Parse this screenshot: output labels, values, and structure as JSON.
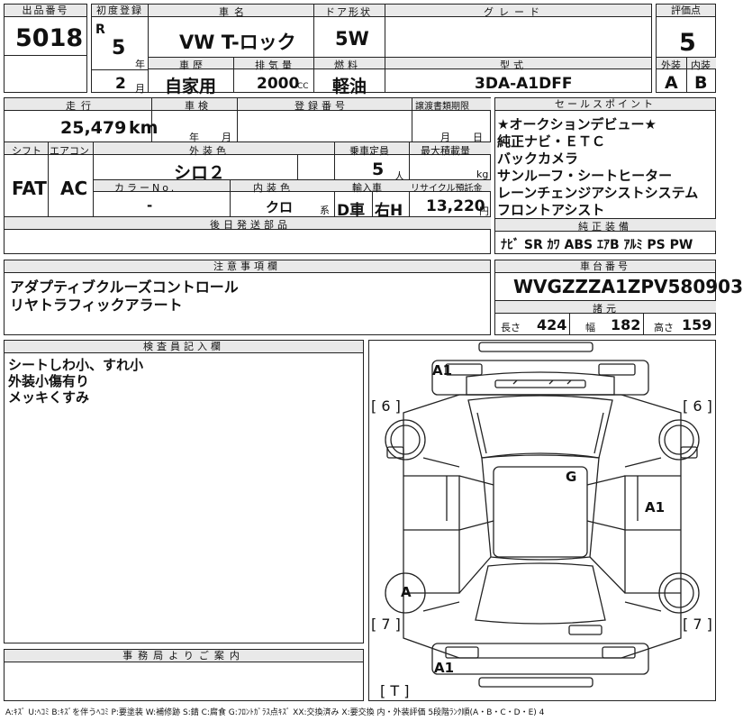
{
  "listing": {
    "lot_label": "出品番号",
    "lot": "5018",
    "first_reg_label": "初度登録",
    "era": "R",
    "year_num": "5",
    "year_unit": "年",
    "month_num": "2",
    "month_unit": "月",
    "name_label": "車名",
    "name": "VW T-ロック",
    "door_label": "ドア形状",
    "door": "5W",
    "grade_label": "グレード",
    "grade": "",
    "score_label": "評価点",
    "score": "5",
    "history_label": "車歴",
    "history": "自家用",
    "disp_label": "排気量",
    "disp": "2000",
    "disp_unit": "CC",
    "fuel_label": "燃料",
    "fuel": "軽油",
    "model_label": "型式",
    "model": "3DA-A1DFF",
    "ext_label": "外装",
    "ext_grade": "A",
    "int_label": "内装",
    "int_grade": "B"
  },
  "row2": {
    "mileage_label": "走行",
    "mileage": "25,479",
    "mileage_unit": "km",
    "inspection_label": "車検",
    "insp_year_unit": "年",
    "insp_month_unit": "月",
    "regno_label": "登録番号",
    "transfer_label": "譲渡書類期限",
    "transfer_month_unit": "月",
    "transfer_day_unit": "日",
    "shift_label": "シフト",
    "shift": "FAT",
    "ac_label": "エアコン",
    "ac": "AC",
    "color_label": "外装色",
    "color": "シロ２",
    "capacity_label": "乗車定員",
    "capacity": "5",
    "capacity_unit": "人",
    "maxload_label": "最大積載量",
    "maxload_unit": "kg",
    "colorno_label": "カラーNo.",
    "colorno": "-",
    "intcolor_label": "内装色",
    "intcolor": "クロ",
    "intcolor_unit": "系",
    "import_label": "輸入車",
    "import_d": "D車",
    "import_h": "右H",
    "recycle_label": "リサイクル預託金",
    "recycle": "13,220",
    "recycle_unit": "円",
    "later_label": "後日発送部品"
  },
  "sales": {
    "label": "セールスポイント",
    "lines": [
      "★オークションデビュー★",
      "純正ナビ・ＥＴＣ",
      "バックカメラ",
      "サンルーフ・シートヒーター",
      "レーンチェンジアシストシステム",
      "フロントアシスト"
    ]
  },
  "equipment": {
    "label": "純正装備",
    "text": "ﾅﾋﾞ SR ｶﾜ ABS ｴｱB ｱﾙﾐ PS PW"
  },
  "notes": {
    "label": "注意事項欄",
    "lines": [
      "アダプティブクルーズコントロール",
      "リヤトラフィックアラート"
    ]
  },
  "chassis": {
    "label": "車台番号",
    "value": "WVGZZZA1ZPV580903",
    "specs_label": "諸元",
    "length_label": "長さ",
    "length": "424",
    "width_label": "幅",
    "width": "182",
    "height_label": "高さ",
    "height": "159"
  },
  "inspector": {
    "label": "検査員記入欄",
    "lines": [
      "シートしわ小、すれ小",
      "外装小傷有り",
      "メッキくすみ"
    ]
  },
  "office": {
    "label": "事務局よりご案内"
  },
  "diagram": {
    "front_label": "A1",
    "rear_label": "A1",
    "right_door_label": "A1",
    "roof_label": "G",
    "wheel_label": "A",
    "lf_tire": "[ 6 ]",
    "rf_tire": "[ 6 ]",
    "lr_tire": "[ 7 ]",
    "rr_tire": "[ 7 ]",
    "tail_label": "[ T ]"
  },
  "legend": "A:ｷｽﾞ U:ﾍｺﾐ B:ｷｽﾞを伴うﾍｺﾐ P:要塗装 W:補修跡 S:錆 C:腐食 G:ﾌﾛﾝﾄｶﾞﾗｽ点ｷｽﾞ XX:交換済み X:要交換 内・外装評価 5段階ﾗﾝｸ順(A・B・C・D・E) 4"
}
